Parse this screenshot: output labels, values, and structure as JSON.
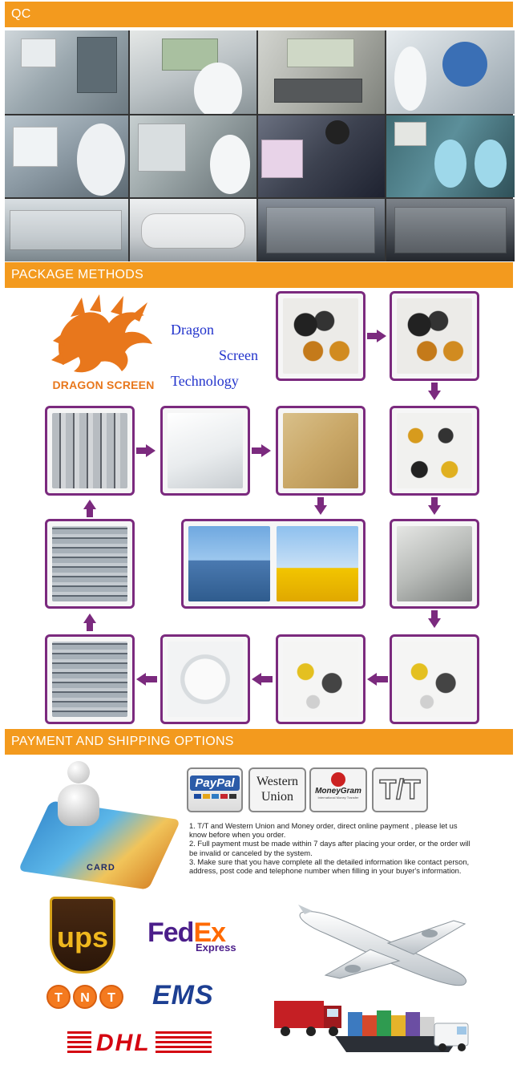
{
  "sections": {
    "qc": {
      "title": "QC"
    },
    "package": {
      "title": "PACKAGE METHODS"
    },
    "payment": {
      "title": "PAYMENT AND SHIPPING OPTIONS"
    }
  },
  "brand": {
    "logo_text": "DRAGON SCREEN",
    "tagline_1": "Dragon",
    "tagline_2": "Screen",
    "tagline_3": "Technology",
    "logo_color": "#e8771c"
  },
  "package_flow": {
    "arrow_color": "#7b2a7e",
    "steps": [
      {
        "id": "phones",
        "icon": "phone-parts-icon"
      },
      {
        "id": "hand-sort",
        "icon": "sorting-icon"
      },
      {
        "id": "sorted-items",
        "icon": "packed-items-icon"
      },
      {
        "id": "sealing-machine",
        "icon": "machine-icon"
      },
      {
        "id": "packed-loose",
        "icon": "packed-items-icon"
      },
      {
        "id": "packed-loose-2",
        "icon": "packed-items-icon"
      },
      {
        "id": "foam-box-open",
        "icon": "foam-box-icon"
      },
      {
        "id": "tray-stack",
        "icon": "tray-icon"
      },
      {
        "id": "bag-stack",
        "icon": "bag-icon"
      },
      {
        "id": "bag-grid",
        "icon": "bag-icon"
      },
      {
        "id": "foam-box-closed",
        "icon": "foam-box-icon"
      },
      {
        "id": "carton",
        "icon": "carton-icon"
      },
      {
        "id": "ship-and-truck",
        "icon": "shipping-icon"
      }
    ]
  },
  "payment": {
    "methods": {
      "paypal": "PayPal",
      "western_union_1": "Western",
      "western_union_2": "Union",
      "moneygram": "MoneyGram",
      "moneygram_sub": "International Money Transfer",
      "tt": "T/T"
    },
    "card_label": "CARD",
    "notes": [
      "1. T/T and Western Union and Money order, direct online payment     , please let us know before when you order.",
      "2. Full payment must be made within 7 days after placing your order, or the order will be invalid or canceled by the system.",
      "3. Make sure that you have complete all the detailed information like contact person, address, post code and telephone number when filling in your buyer's information."
    ]
  },
  "shipping": {
    "ups": "ups",
    "fedex_1": "Fed",
    "fedex_2": "Ex",
    "fedex_sub": "Express",
    "tnt": [
      "T",
      "N",
      "T"
    ],
    "ems": "EMS",
    "dhl": "DHL",
    "colors": {
      "ups": "#f0b81e",
      "fedex_purple": "#4b1e8a",
      "fedex_orange": "#ff6a00",
      "tnt": "#f47a1f",
      "ems": "#1d3f92",
      "dhl": "#d40511"
    }
  }
}
